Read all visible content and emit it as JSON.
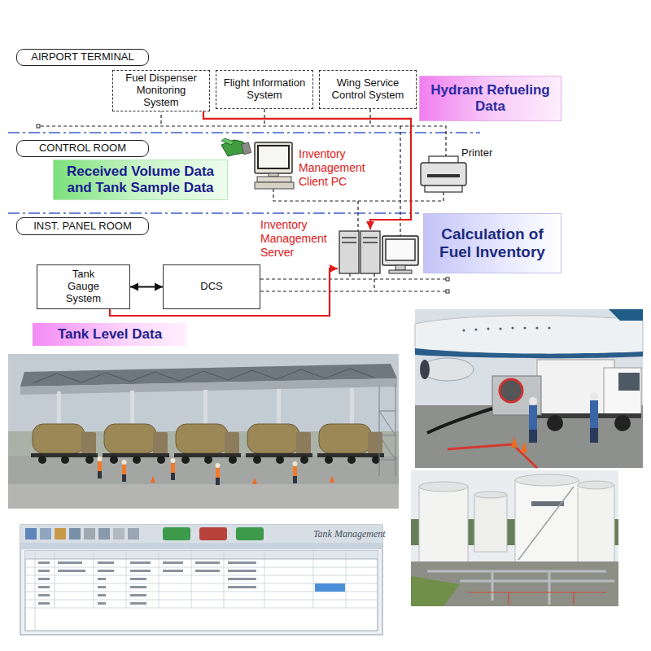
{
  "diagram": {
    "nodes": [
      {
        "text": [
          "AIRPORT TERMINAL"
        ]
      },
      {
        "text": [
          "Fuel Dispenser Monitoring System"
        ]
      },
      {
        "text": [
          "Flight Information System"
        ]
      },
      {
        "text": [
          "Wing Service Control System"
        ]
      },
      {
        "text": [
          "Hydrant Refueling Data"
        ]
      },
      {
        "text": [
          "CONTROL ROOM"
        ]
      },
      {
        "text": [
          "Inventory Management Client PC"
        ]
      },
      {
        "text": [
          "Received Volume Data and Tank Sample Data"
        ]
      },
      {
        "text": [
          "Printer"
        ]
      },
      {
        "text": [
          "INST. PANEL ROOM"
        ]
      },
      {
        "text": [
          "Inventory Management Server"
        ]
      },
      {
        "text": [
          "Calculation of Fuel Inventory"
        ]
      },
      {
        "text": [
          "Tank Gauge System"
        ]
      },
      {
        "text": [
          "DCS"
        ]
      },
      {
        "text": [
          "Tank Level Data"
        ]
      }
    ],
    "edges": [
      {
        "from": 1,
        "to": 10,
        "arrow": "to"
      },
      {
        "from": 12,
        "to": 10,
        "arrow": "to"
      },
      {
        "from": 12,
        "to": 13,
        "arrow": "both"
      }
    ],
    "labels": [
      "Tank Management"
    ]
  }
}
